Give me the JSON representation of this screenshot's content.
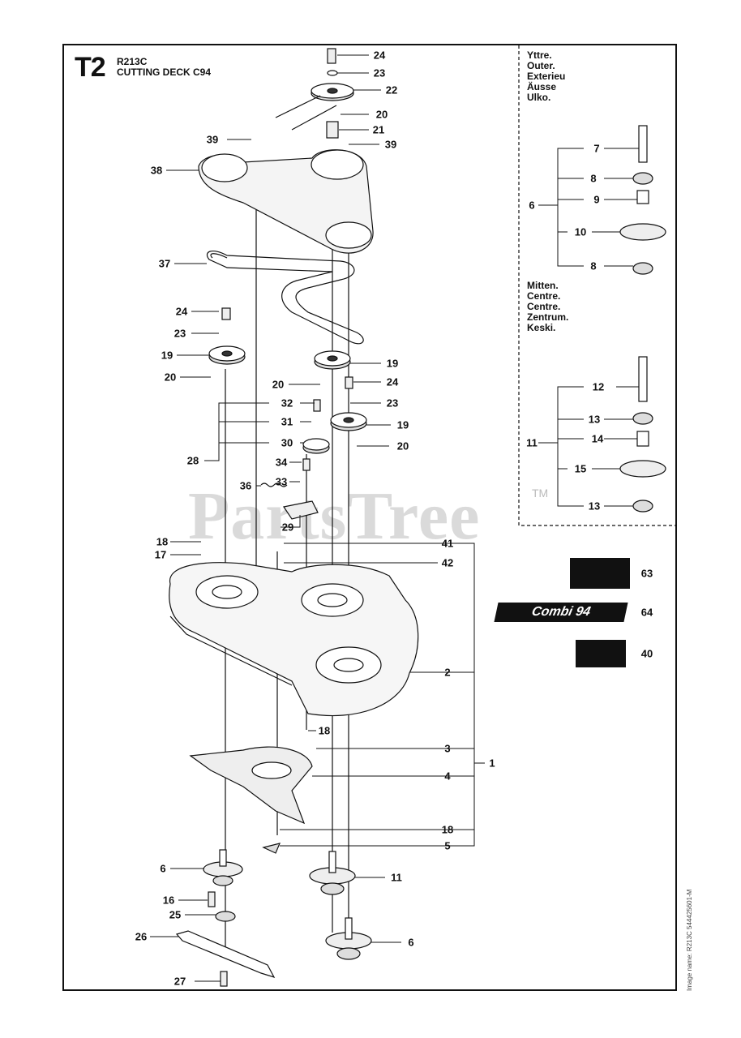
{
  "header": {
    "code": "T2",
    "model": "R213C",
    "title": "CUTTING DECK C94"
  },
  "inset_outer_labels": [
    "Yttre.",
    "Outer.",
    "Exterieu",
    "Äusse",
    "Ulko."
  ],
  "inset_center_labels": [
    "Mitten.",
    "Centre.",
    "Centre.",
    "Zentrum.",
    "Keski."
  ],
  "decal_text": "Combi 94",
  "watermark": "PartsTree",
  "trademark": "TM",
  "image_name": "Image name: R213C 544425601-M",
  "callouts": [
    "24",
    "23",
    "22",
    "20",
    "21",
    "39",
    "39",
    "38",
    "37",
    "24",
    "23",
    "19",
    "20",
    "19",
    "20",
    "24",
    "23",
    "32",
    "31",
    "30",
    "28",
    "34",
    "33",
    "36",
    "29",
    "19",
    "20",
    "18",
    "17",
    "41",
    "42",
    "2",
    "18",
    "3",
    "1",
    "4",
    "18",
    "5",
    "6",
    "11",
    "16",
    "25",
    "26",
    "6",
    "27",
    "7",
    "8",
    "6",
    "9",
    "10",
    "8",
    "12",
    "13",
    "11",
    "14",
    "15",
    "13",
    "63",
    "64",
    "40"
  ]
}
